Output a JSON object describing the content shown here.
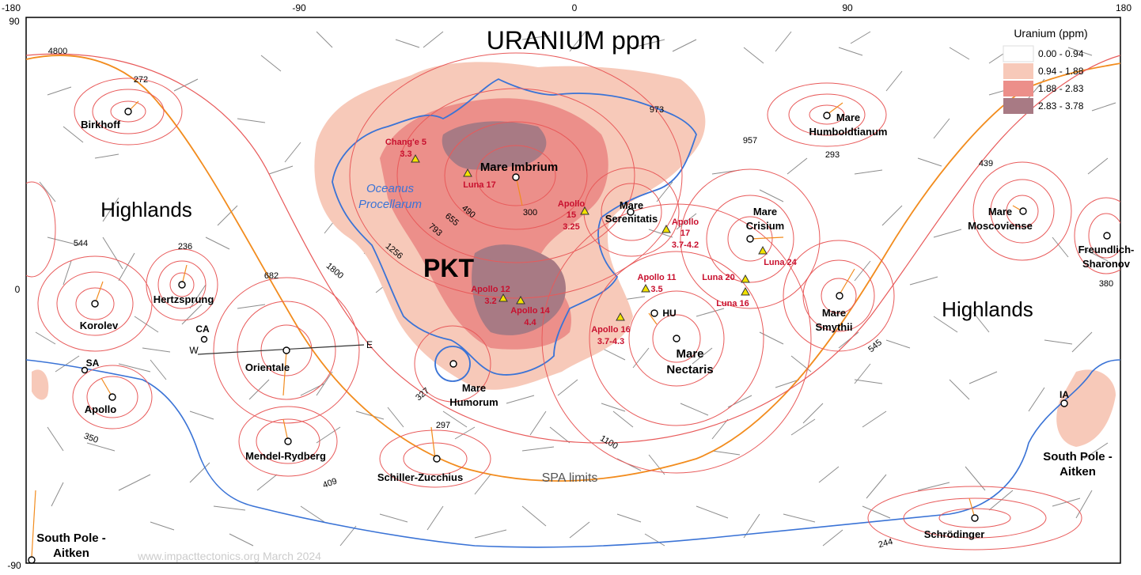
{
  "title": "URANIUM ppm",
  "axes": {
    "top": [
      "-180",
      "-90",
      "0",
      "90",
      "180"
    ],
    "left": [
      "90",
      "0",
      "-90"
    ]
  },
  "legend": {
    "title": "Uranium (ppm)",
    "items": [
      {
        "label": "0.00 - 0.94",
        "color": "#ffffff"
      },
      {
        "label": "0.94 - 1.88",
        "color": "#f7c9b9"
      },
      {
        "label": "1.88 - 2.83",
        "color": "#ec8f8a"
      },
      {
        "label": "2.83 - 3.78",
        "color": "#a87a84"
      }
    ]
  },
  "regions": {
    "highlands_left": "Highlands",
    "highlands_right": "Highlands",
    "pkt": "PKT",
    "oceanus": "Oceanus Procellarum",
    "spa_limits": "SPA limits",
    "watermark": "www.impacttectonics.org March 2024"
  },
  "basins": [
    {
      "name": "Birkhoff"
    },
    {
      "name": "Korolev"
    },
    {
      "name": "Hertzsprung"
    },
    {
      "name": "Orientale"
    },
    {
      "name": "Apollo"
    },
    {
      "name": "Mendel-Rydberg"
    },
    {
      "name": "Schiller-Zucchius"
    },
    {
      "name": "Mare Humorum"
    },
    {
      "name": "Mare Imbrium"
    },
    {
      "name": "Mare Serenitatis"
    },
    {
      "name": "Mare Crisium"
    },
    {
      "name": "Mare Humboldtianum"
    },
    {
      "name": "Mare Moscoviense"
    },
    {
      "name": "Freundlich-Sharonov"
    },
    {
      "name": "Mare Smythii"
    },
    {
      "name": "Mare Nectaris"
    },
    {
      "name": "Schrödinger"
    },
    {
      "name": "South Pole - Aitken"
    },
    {
      "name": "South Pole - Aitken"
    }
  ],
  "small_labels": [
    "CA",
    "W",
    "E",
    "SA",
    "HU",
    "IA"
  ],
  "sites": [
    {
      "name": "Chang'e 5",
      "value": "3.3"
    },
    {
      "name": "Luna 17",
      "value": ""
    },
    {
      "name": "Apollo 15",
      "value": "3.25"
    },
    {
      "name": "Apollo 17",
      "value": "3.7-4.2"
    },
    {
      "name": "Luna 24",
      "value": ""
    },
    {
      "name": "Apollo 12",
      "value": "3.2"
    },
    {
      "name": "Apollo 14",
      "value": "4.4"
    },
    {
      "name": "Apollo 11",
      "value": "3.5"
    },
    {
      "name": "Luna 20",
      "value": ""
    },
    {
      "name": "Luna 16",
      "value": ""
    },
    {
      "name": "Apollo 16",
      "value": "3.7-4.3"
    }
  ],
  "diameters": [
    "4800",
    "272",
    "544",
    "236",
    "682",
    "1800",
    "1256",
    "793",
    "655",
    "490",
    "300",
    "973",
    "957",
    "293",
    "439",
    "380",
    "545",
    "327",
    "297",
    "1100",
    "409",
    "350",
    "244"
  ],
  "colors": {
    "contour_red": "#e85a5a",
    "spa_orange": "#f28c1e",
    "mare_blue": "#3a73d6",
    "site_red": "#c8102e"
  }
}
